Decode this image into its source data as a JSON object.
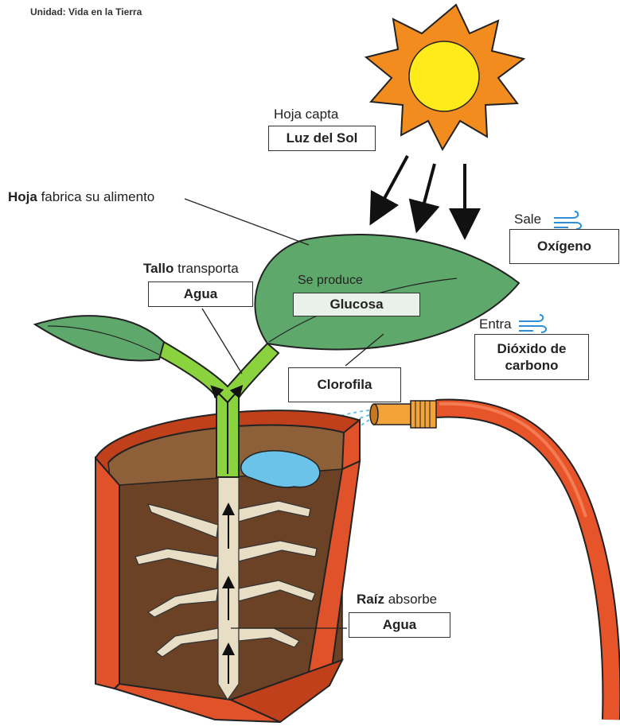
{
  "header": {
    "unit": "Unidad: Vida en la Tierra"
  },
  "labels": {
    "hoja_capta": "Hoja capta",
    "luz_del_sol": "Luz  del Sol",
    "hoja_bold": "Hoja",
    "hoja_rest": " fabrica su alimento",
    "tallo_bold": "Tallo",
    "tallo_rest": " transporta",
    "agua_tallo": "Agua",
    "se_produce": "Se produce",
    "glucosa": "Glucosa",
    "clorofila": "Clorofila",
    "sale": "Sale",
    "oxigeno": "Oxígeno",
    "entra": "Entra",
    "dioxido_line1": "Dióxido de",
    "dioxido_line2": "carbono",
    "raiz_bold": "Raíz",
    "raiz_rest": " absorbe",
    "agua_raiz": "Agua"
  },
  "colors": {
    "sun_core": "#FFEB1A",
    "sun_rays": "#F28C1E",
    "leaf": "#5FA86B",
    "stem": "#8BD33E",
    "pot": "#E0522A",
    "soil": "#6B4226",
    "soil_top": "#8E6039",
    "root": "#E8DDC5",
    "water": "#6CC3EA",
    "hose": "#E8542A",
    "nozzle": "#F2A33A",
    "wind": "#2E8FD6"
  }
}
